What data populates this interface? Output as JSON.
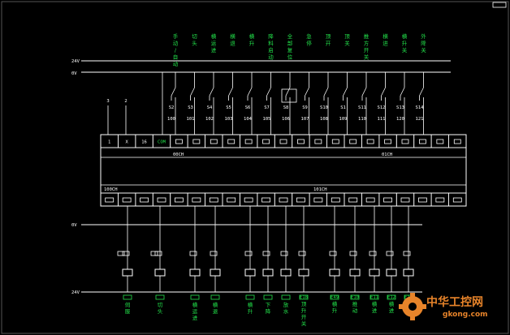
{
  "rails": {
    "top_24v": "24V",
    "top_0v": "0V",
    "out_0v": "0V",
    "out_24v": "24V"
  },
  "plc": {
    "input_word": "00CH",
    "input_word2": "01CH",
    "output_word": "100CH",
    "output_word2": "101CH"
  },
  "terminals_top": [
    "1",
    "X",
    "16",
    "COM",
    "",
    "",
    "",
    "",
    "",
    "",
    "",
    "",
    "",
    "",
    "",
    "",
    "",
    "",
    "",
    "",
    ""
  ],
  "inputs": [
    {
      "name": "手动/自动",
      "label": "S2",
      "addr": "100"
    },
    {
      "name": "切头",
      "label": "S3",
      "addr": "101"
    },
    {
      "name": "横运进",
      "label": "S4",
      "addr": "102"
    },
    {
      "name": "横退",
      "label": "S5",
      "addr": "103"
    },
    {
      "name": "横升",
      "label": "S6",
      "addr": "104"
    },
    {
      "name": "降料启动",
      "label": "S7",
      "addr": "105"
    },
    {
      "name": "全部复位",
      "label": "S8",
      "addr": "106"
    },
    {
      "name": "急停",
      "label": "S9",
      "addr": "107"
    },
    {
      "name": "顶开",
      "label": "S10",
      "addr": "108"
    },
    {
      "name": "顶关",
      "label": "S1",
      "addr": "109"
    },
    {
      "name": "推方开关",
      "label": "S11",
      "addr": "110"
    },
    {
      "name": "横进",
      "label": "S12",
      "addr": "111"
    },
    {
      "name": "横升关",
      "label": "S13",
      "addr": "120"
    },
    {
      "name": "外降关",
      "label": "S14",
      "addr": "121"
    }
  ],
  "extra_inputs": [
    "3",
    "2"
  ],
  "outputs": [
    {
      "name": "伺服",
      "label": ""
    },
    {
      "name": "切头",
      "label": ""
    },
    {
      "name": "横运进",
      "label": ""
    },
    {
      "name": "横退",
      "label": ""
    },
    {
      "name": "横升",
      "label": ""
    },
    {
      "name": "下降",
      "label": ""
    },
    {
      "name": "放水",
      "label": ""
    },
    {
      "name": "顶升开关",
      "label": "E18"
    },
    {
      "name": "横升",
      "label": "E49"
    },
    {
      "name": "推动",
      "label": "E10"
    },
    {
      "name": "横进",
      "label": "E11"
    },
    {
      "name": "横进",
      "label": "E12"
    },
    {
      "name": "横升",
      "label": "E14"
    }
  ],
  "watermark": {
    "text": "中华工控网",
    "url": "gkong.com"
  },
  "colors": {
    "background": "#000000",
    "wire": "#ffffff",
    "label": "#22e04a",
    "watermark": "#e8842a"
  }
}
